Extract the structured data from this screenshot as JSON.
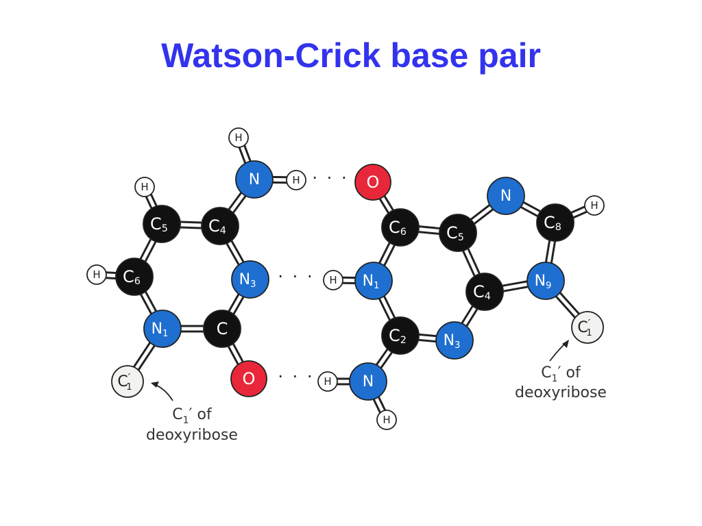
{
  "title": "Watson-Crick base pair",
  "colors": {
    "title": "#3333ee",
    "carbon": "#111111",
    "nitrogen": "#1e6fd0",
    "oxygen": "#e8283a",
    "hydrogen": "#ffffff",
    "sugar": "#f2f2f0",
    "bond": "#222222",
    "outline": "#222222"
  },
  "atoms": [
    {
      "id": "cyt_H_amino_top",
      "el": "H",
      "label": "H",
      "sub": "",
      "prime": false
    },
    {
      "id": "cyt_N_amino",
      "el": "N",
      "label": "N",
      "sub": "",
      "prime": false
    },
    {
      "id": "cyt_H_amino_bond",
      "el": "H",
      "label": "H",
      "sub": "",
      "prime": false
    },
    {
      "id": "cyt_H5",
      "el": "H",
      "label": "H",
      "sub": "",
      "prime": false
    },
    {
      "id": "cyt_C5",
      "el": "C",
      "label": "C",
      "sub": "5",
      "prime": false
    },
    {
      "id": "cyt_C4",
      "el": "C",
      "label": "C",
      "sub": "4",
      "prime": false
    },
    {
      "id": "cyt_H6",
      "el": "H",
      "label": "H",
      "sub": "",
      "prime": false
    },
    {
      "id": "cyt_C6",
      "el": "C",
      "label": "C",
      "sub": "6",
      "prime": false
    },
    {
      "id": "cyt_N3",
      "el": "N",
      "label": "N",
      "sub": "3",
      "prime": false
    },
    {
      "id": "cyt_N1",
      "el": "N",
      "label": "N",
      "sub": "1",
      "prime": false
    },
    {
      "id": "cyt_C2",
      "el": "C",
      "label": "C",
      "sub": "",
      "prime": false
    },
    {
      "id": "cyt_C1p",
      "el": "S",
      "label": "C",
      "sub": "1",
      "prime": true
    },
    {
      "id": "cyt_O2",
      "el": "O",
      "label": "O",
      "sub": "",
      "prime": false
    },
    {
      "id": "gua_O6",
      "el": "O",
      "label": "O",
      "sub": "",
      "prime": false
    },
    {
      "id": "gua_C6",
      "el": "C",
      "label": "C",
      "sub": "6",
      "prime": false
    },
    {
      "id": "gua_C5",
      "el": "C",
      "label": "C",
      "sub": "5",
      "prime": false
    },
    {
      "id": "gua_N7",
      "el": "N",
      "label": "N",
      "sub": "",
      "prime": false
    },
    {
      "id": "gua_C8",
      "el": "C",
      "label": "C",
      "sub": "8",
      "prime": false
    },
    {
      "id": "gua_H8",
      "el": "H",
      "label": "H",
      "sub": "",
      "prime": false
    },
    {
      "id": "gua_H1",
      "el": "H",
      "label": "H",
      "sub": "",
      "prime": false
    },
    {
      "id": "gua_N1",
      "el": "N",
      "label": "N",
      "sub": "1",
      "prime": false
    },
    {
      "id": "gua_C4",
      "el": "C",
      "label": "C",
      "sub": "4",
      "prime": false
    },
    {
      "id": "gua_N9",
      "el": "N",
      "label": "N",
      "sub": "9",
      "prime": false
    },
    {
      "id": "gua_C1p",
      "el": "S",
      "label": "C",
      "sub": "1",
      "prime": true
    },
    {
      "id": "gua_C2",
      "el": "C",
      "label": "C",
      "sub": "2",
      "prime": false
    },
    {
      "id": "gua_N3",
      "el": "N",
      "label": "N",
      "sub": "3",
      "prime": false
    },
    {
      "id": "gua_H_amino_bond",
      "el": "H",
      "label": "H",
      "sub": "",
      "prime": false
    },
    {
      "id": "gua_N_amino",
      "el": "N",
      "label": "N",
      "sub": "",
      "prime": false
    },
    {
      "id": "gua_H_amino_bottom",
      "el": "H",
      "label": "H",
      "sub": "",
      "prime": false
    }
  ],
  "bonds": [
    [
      "cyt_H_amino_top",
      "cyt_N_amino"
    ],
    [
      "cyt_N_amino",
      "cyt_H_amino_bond"
    ],
    [
      "cyt_N_amino",
      "cyt_C4"
    ],
    [
      "cyt_H5",
      "cyt_C5"
    ],
    [
      "cyt_C5",
      "cyt_C4"
    ],
    [
      "cyt_C5",
      "cyt_C6"
    ],
    [
      "cyt_H6",
      "cyt_C6"
    ],
    [
      "cyt_C6",
      "cyt_N1"
    ],
    [
      "cyt_C4",
      "cyt_N3"
    ],
    [
      "cyt_N3",
      "cyt_C2"
    ],
    [
      "cyt_N1",
      "cyt_C2"
    ],
    [
      "cyt_N1",
      "cyt_C1p"
    ],
    [
      "cyt_C2",
      "cyt_O2"
    ],
    [
      "gua_O6",
      "gua_C6"
    ],
    [
      "gua_C6",
      "gua_C5"
    ],
    [
      "gua_C6",
      "gua_N1"
    ],
    [
      "gua_C5",
      "gua_N7"
    ],
    [
      "gua_C5",
      "gua_C4"
    ],
    [
      "gua_N7",
      "gua_C8"
    ],
    [
      "gua_C8",
      "gua_H8"
    ],
    [
      "gua_C8",
      "gua_N9"
    ],
    [
      "gua_N9",
      "gua_C4"
    ],
    [
      "gua_N9",
      "gua_C1p"
    ],
    [
      "gua_C4",
      "gua_N3"
    ],
    [
      "gua_N3",
      "gua_C2"
    ],
    [
      "gua_C2",
      "gua_N1"
    ],
    [
      "gua_N1",
      "gua_H1"
    ],
    [
      "gua_C2",
      "gua_N_amino"
    ],
    [
      "gua_N_amino",
      "gua_H_amino_bond"
    ],
    [
      "gua_N_amino",
      "gua_H_amino_bottom"
    ]
  ],
  "hbond_dots": [
    "· · ·",
    "· · ·",
    "· · ·"
  ],
  "captions": {
    "left": {
      "c": "C",
      "sub": "1",
      "of": "of",
      "line2": "deoxyribose"
    },
    "right": {
      "c": "C",
      "sub": "1",
      "of": "of",
      "line2": "deoxyribose"
    }
  }
}
